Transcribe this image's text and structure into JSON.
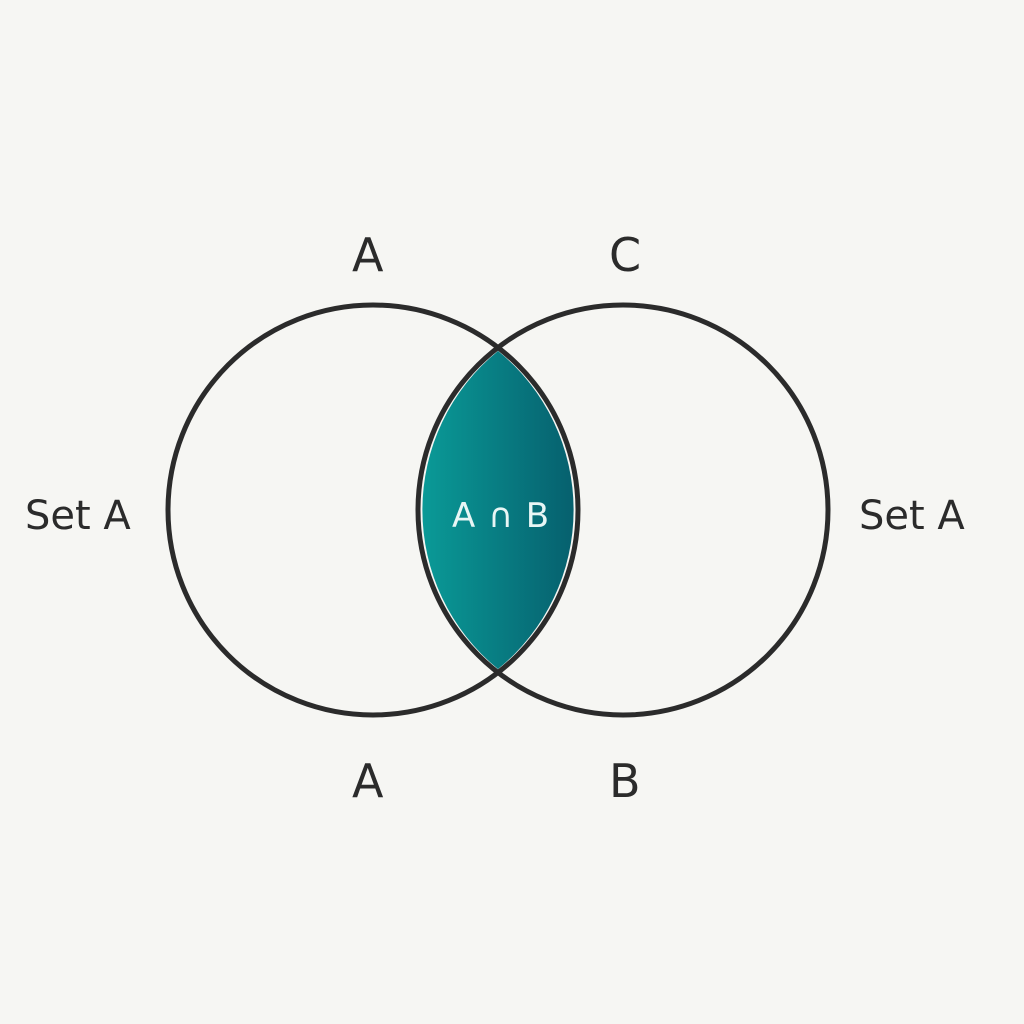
{
  "colors": {
    "background": "#f6f6f3",
    "stroke": "#2b2b2b",
    "intersection_fill_start": "#0a9a97",
    "intersection_fill_end": "#06606e",
    "intersection_text": "#e8f6f5"
  },
  "labels": {
    "top_left": "A",
    "top_right": "C",
    "bottom_left": "A",
    "bottom_right": "B",
    "side_left": "Set A",
    "side_right": "Set A",
    "intersection": "A ∩ B"
  }
}
